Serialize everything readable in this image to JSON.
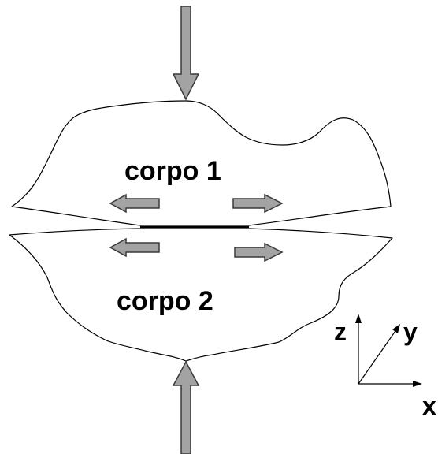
{
  "labels": {
    "body1": "corpo 1",
    "body2": "corpo 2"
  },
  "axes": {
    "z": "z",
    "y": "y",
    "x": "x"
  },
  "colors": {
    "arrow_fill": "#a3a3a3",
    "arrow_stroke": "#3a3a3a",
    "outline": "#000000",
    "background": "#ffffff"
  }
}
